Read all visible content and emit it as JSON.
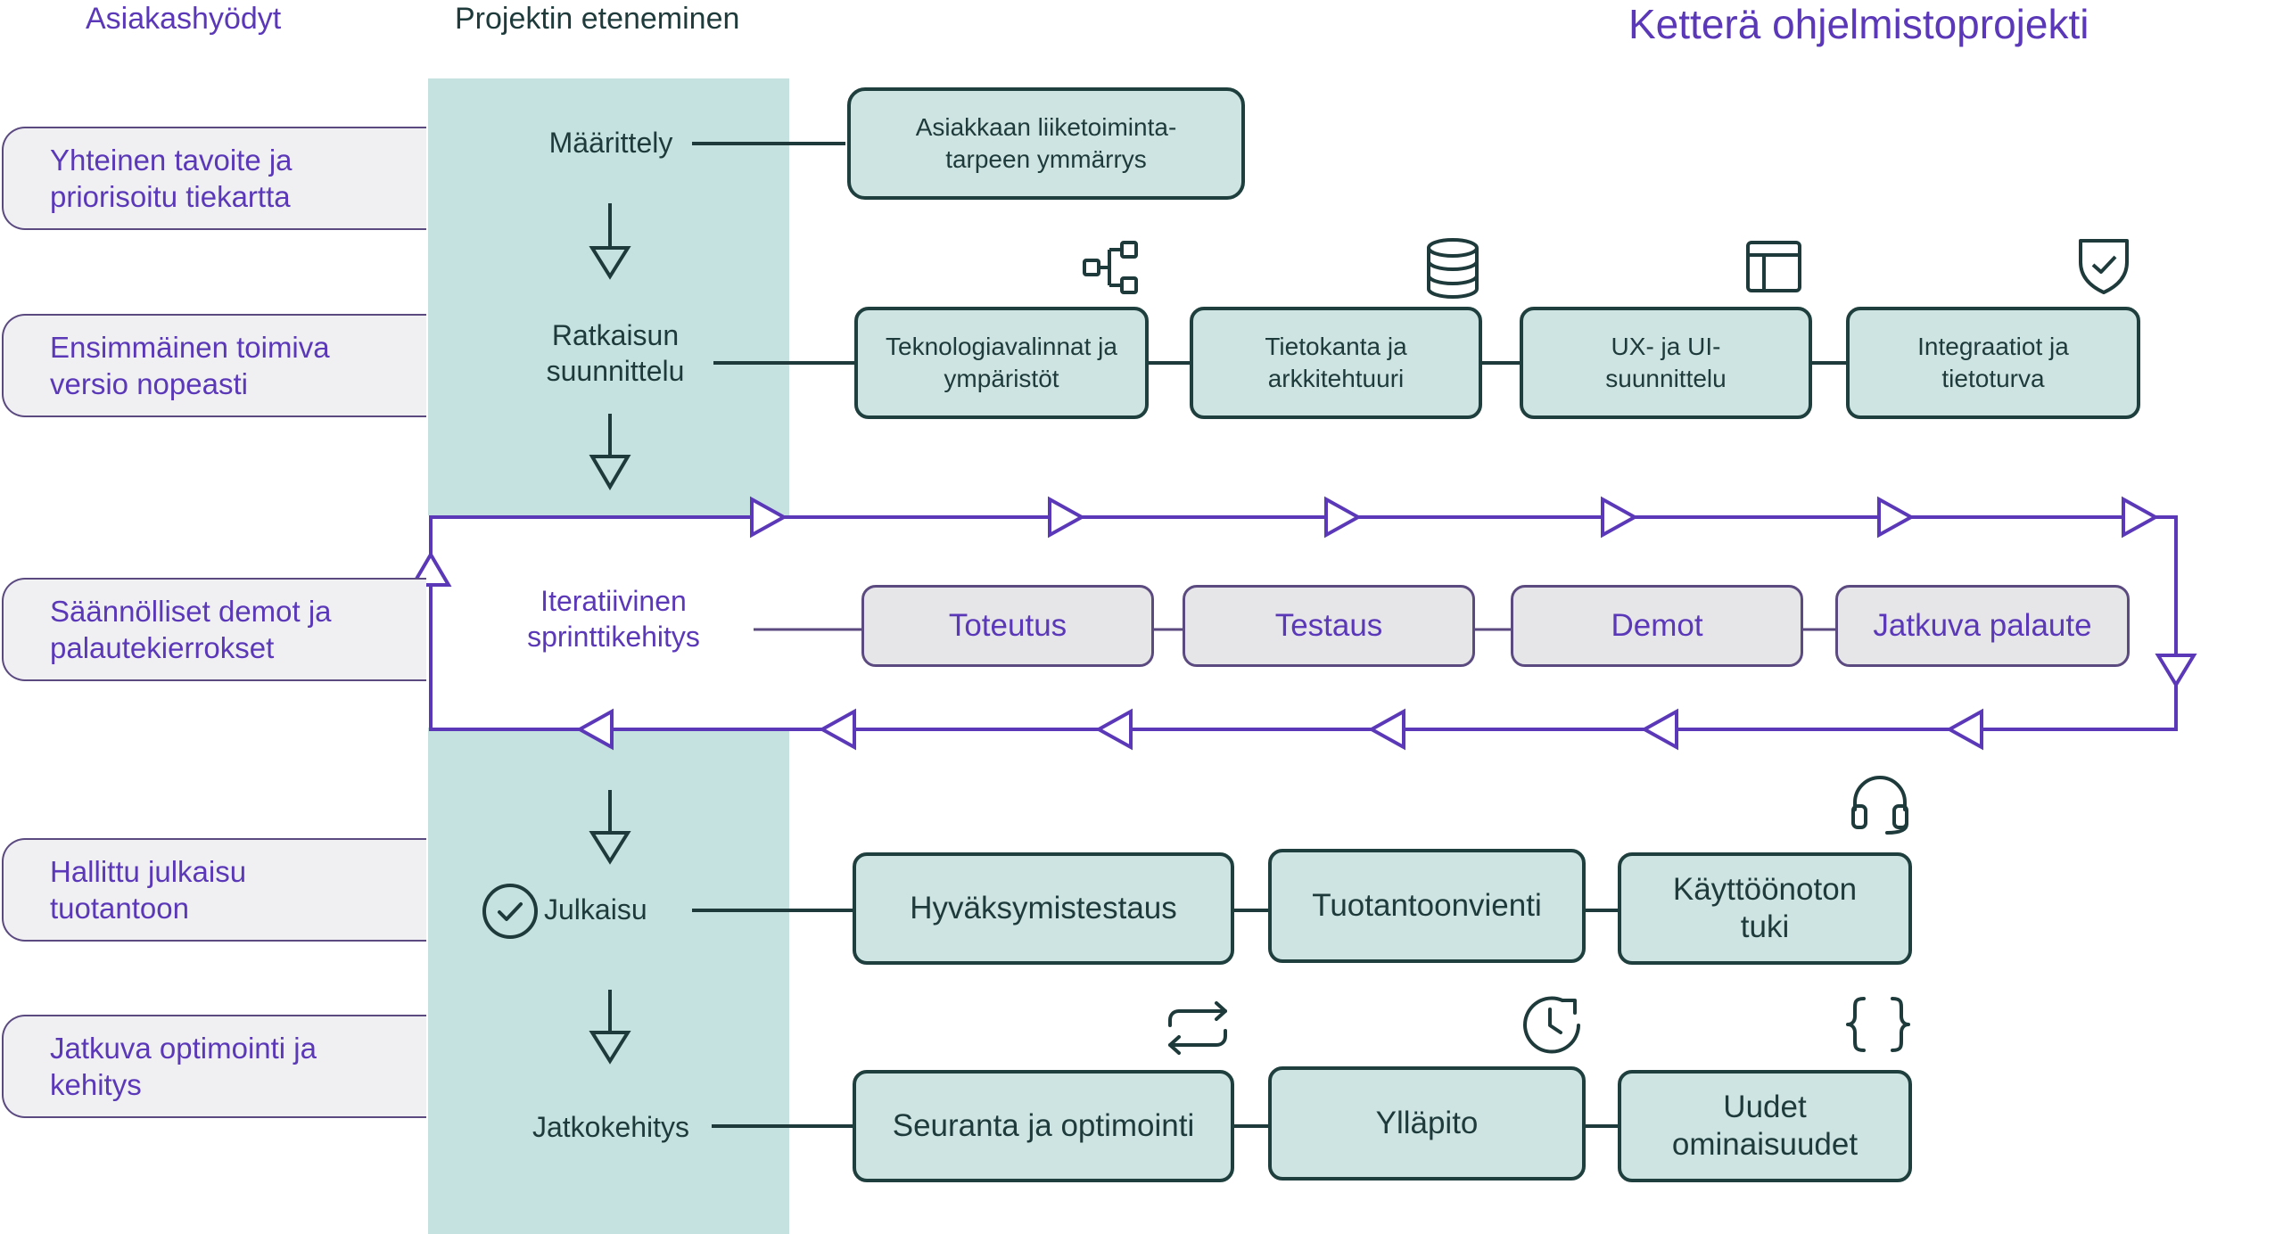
{
  "headers": {
    "benefits": "Asiakashyödyt",
    "progress": "Projektin eteneminen",
    "title": "Ketterä ohjelmistoprojekti"
  },
  "benefits": [
    "Yhteinen tavoite ja priorisoitu tiekartta",
    "Ensimmäinen toimiva versio nopeasti",
    "Säännölliset demot ja palautekierrokset",
    "Hallittu julkaisu tuotantoon",
    "Jatkuva optimointi ja kehitys"
  ],
  "phases": {
    "definition": "Määrittely",
    "design": "Ratkaisun suunnittelu",
    "sprint": "Iteratiivinen sprinttikehitys",
    "release": "Julkaisu",
    "continuation": "Jatkokehitys"
  },
  "steps": {
    "definition": [
      "Asiakkaan liiketoiminta-tarpeen ymmärrys"
    ],
    "design": [
      "Teknologiavalinnat ja ympäristöt",
      "Tietokanta ja arkkitehtuuri",
      "UX- ja UI-suunnittelu",
      "Integraatiot ja tietoturva"
    ],
    "sprint": [
      "Toteutus",
      "Testaus",
      "Demot",
      "Jatkuva palaute"
    ],
    "release": [
      "Hyväksymistestaus",
      "Tuotantoonvienti",
      "Käyttöönoton tuki"
    ],
    "continuation": [
      "Seuranta ja optimointi",
      "Ylläpito",
      "Uudet ominaisuudet"
    ]
  },
  "icons": {
    "design": [
      "flowchart-icon",
      "database-icon",
      "layout-icon",
      "shield-check-icon"
    ],
    "release": [
      "checkmark-circle-icon",
      "headset-icon"
    ],
    "continuation": [
      "refresh-icon",
      "clock-history-icon",
      "code-braces-icon"
    ]
  },
  "colors": {
    "purple": "#5a38b8",
    "teal_fill": "#cde4e2",
    "teal_border": "#1e3f3d",
    "band": "#c6e2e0",
    "grey_fill": "#e6e6e9",
    "text_dark": "#1e3a3a"
  }
}
